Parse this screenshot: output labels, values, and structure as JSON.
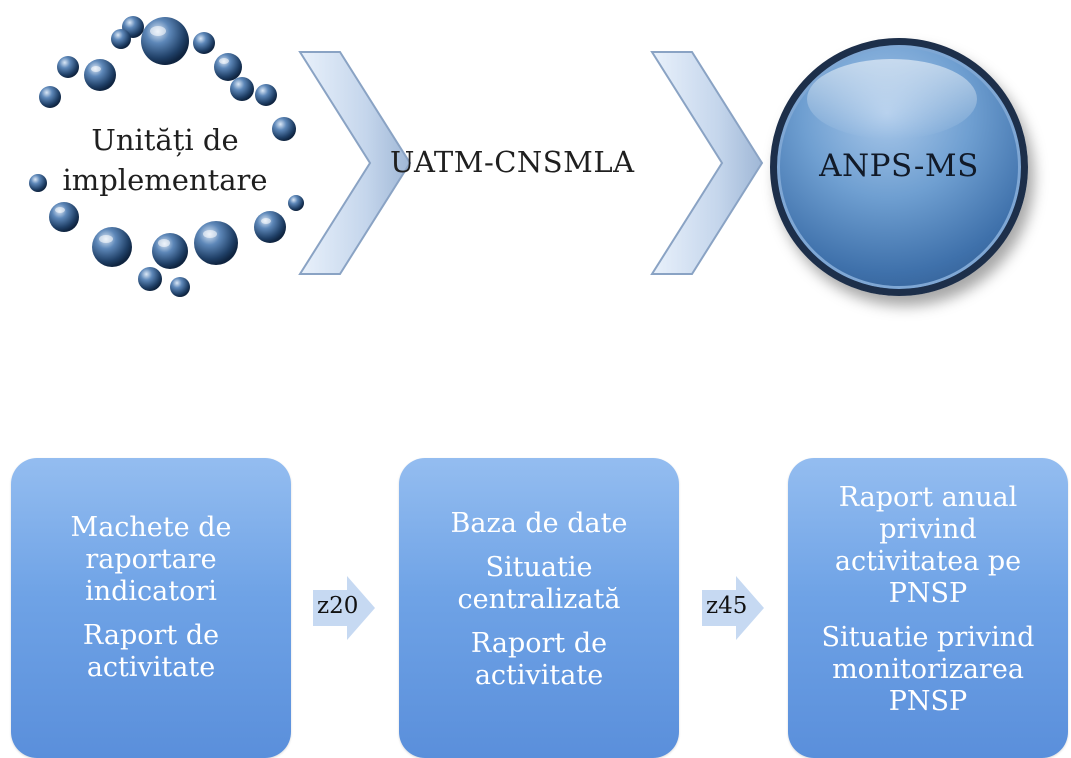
{
  "top": {
    "units_label_line1": "Unități de",
    "units_label_line2": "implementare",
    "uatm_label": "UATM-CNSMLA",
    "anps_label": "ANPS-MS"
  },
  "bottom": {
    "box1": {
      "p1": [
        "Machete de",
        "raportare",
        "indicatori"
      ],
      "p2": [
        "Raport de",
        "activitate"
      ]
    },
    "arrow1_label": "z20",
    "box2": {
      "p1": [
        "Baza de date"
      ],
      "p2": [
        "Situatie",
        "centralizată"
      ],
      "p3": [
        "Raport de",
        "activitate"
      ]
    },
    "arrow2_label": "z45",
    "box3": {
      "p1": [
        "Raport anual",
        "privind",
        "activitatea pe",
        "PNSP"
      ],
      "p2": [
        "Situatie privind",
        "monitorizarea",
        "PNSP"
      ]
    }
  },
  "colors": {
    "box_fill": "#6fa3e6",
    "circle_fill": "#4f82bd",
    "chevron_fill": "#c8d8ee"
  }
}
